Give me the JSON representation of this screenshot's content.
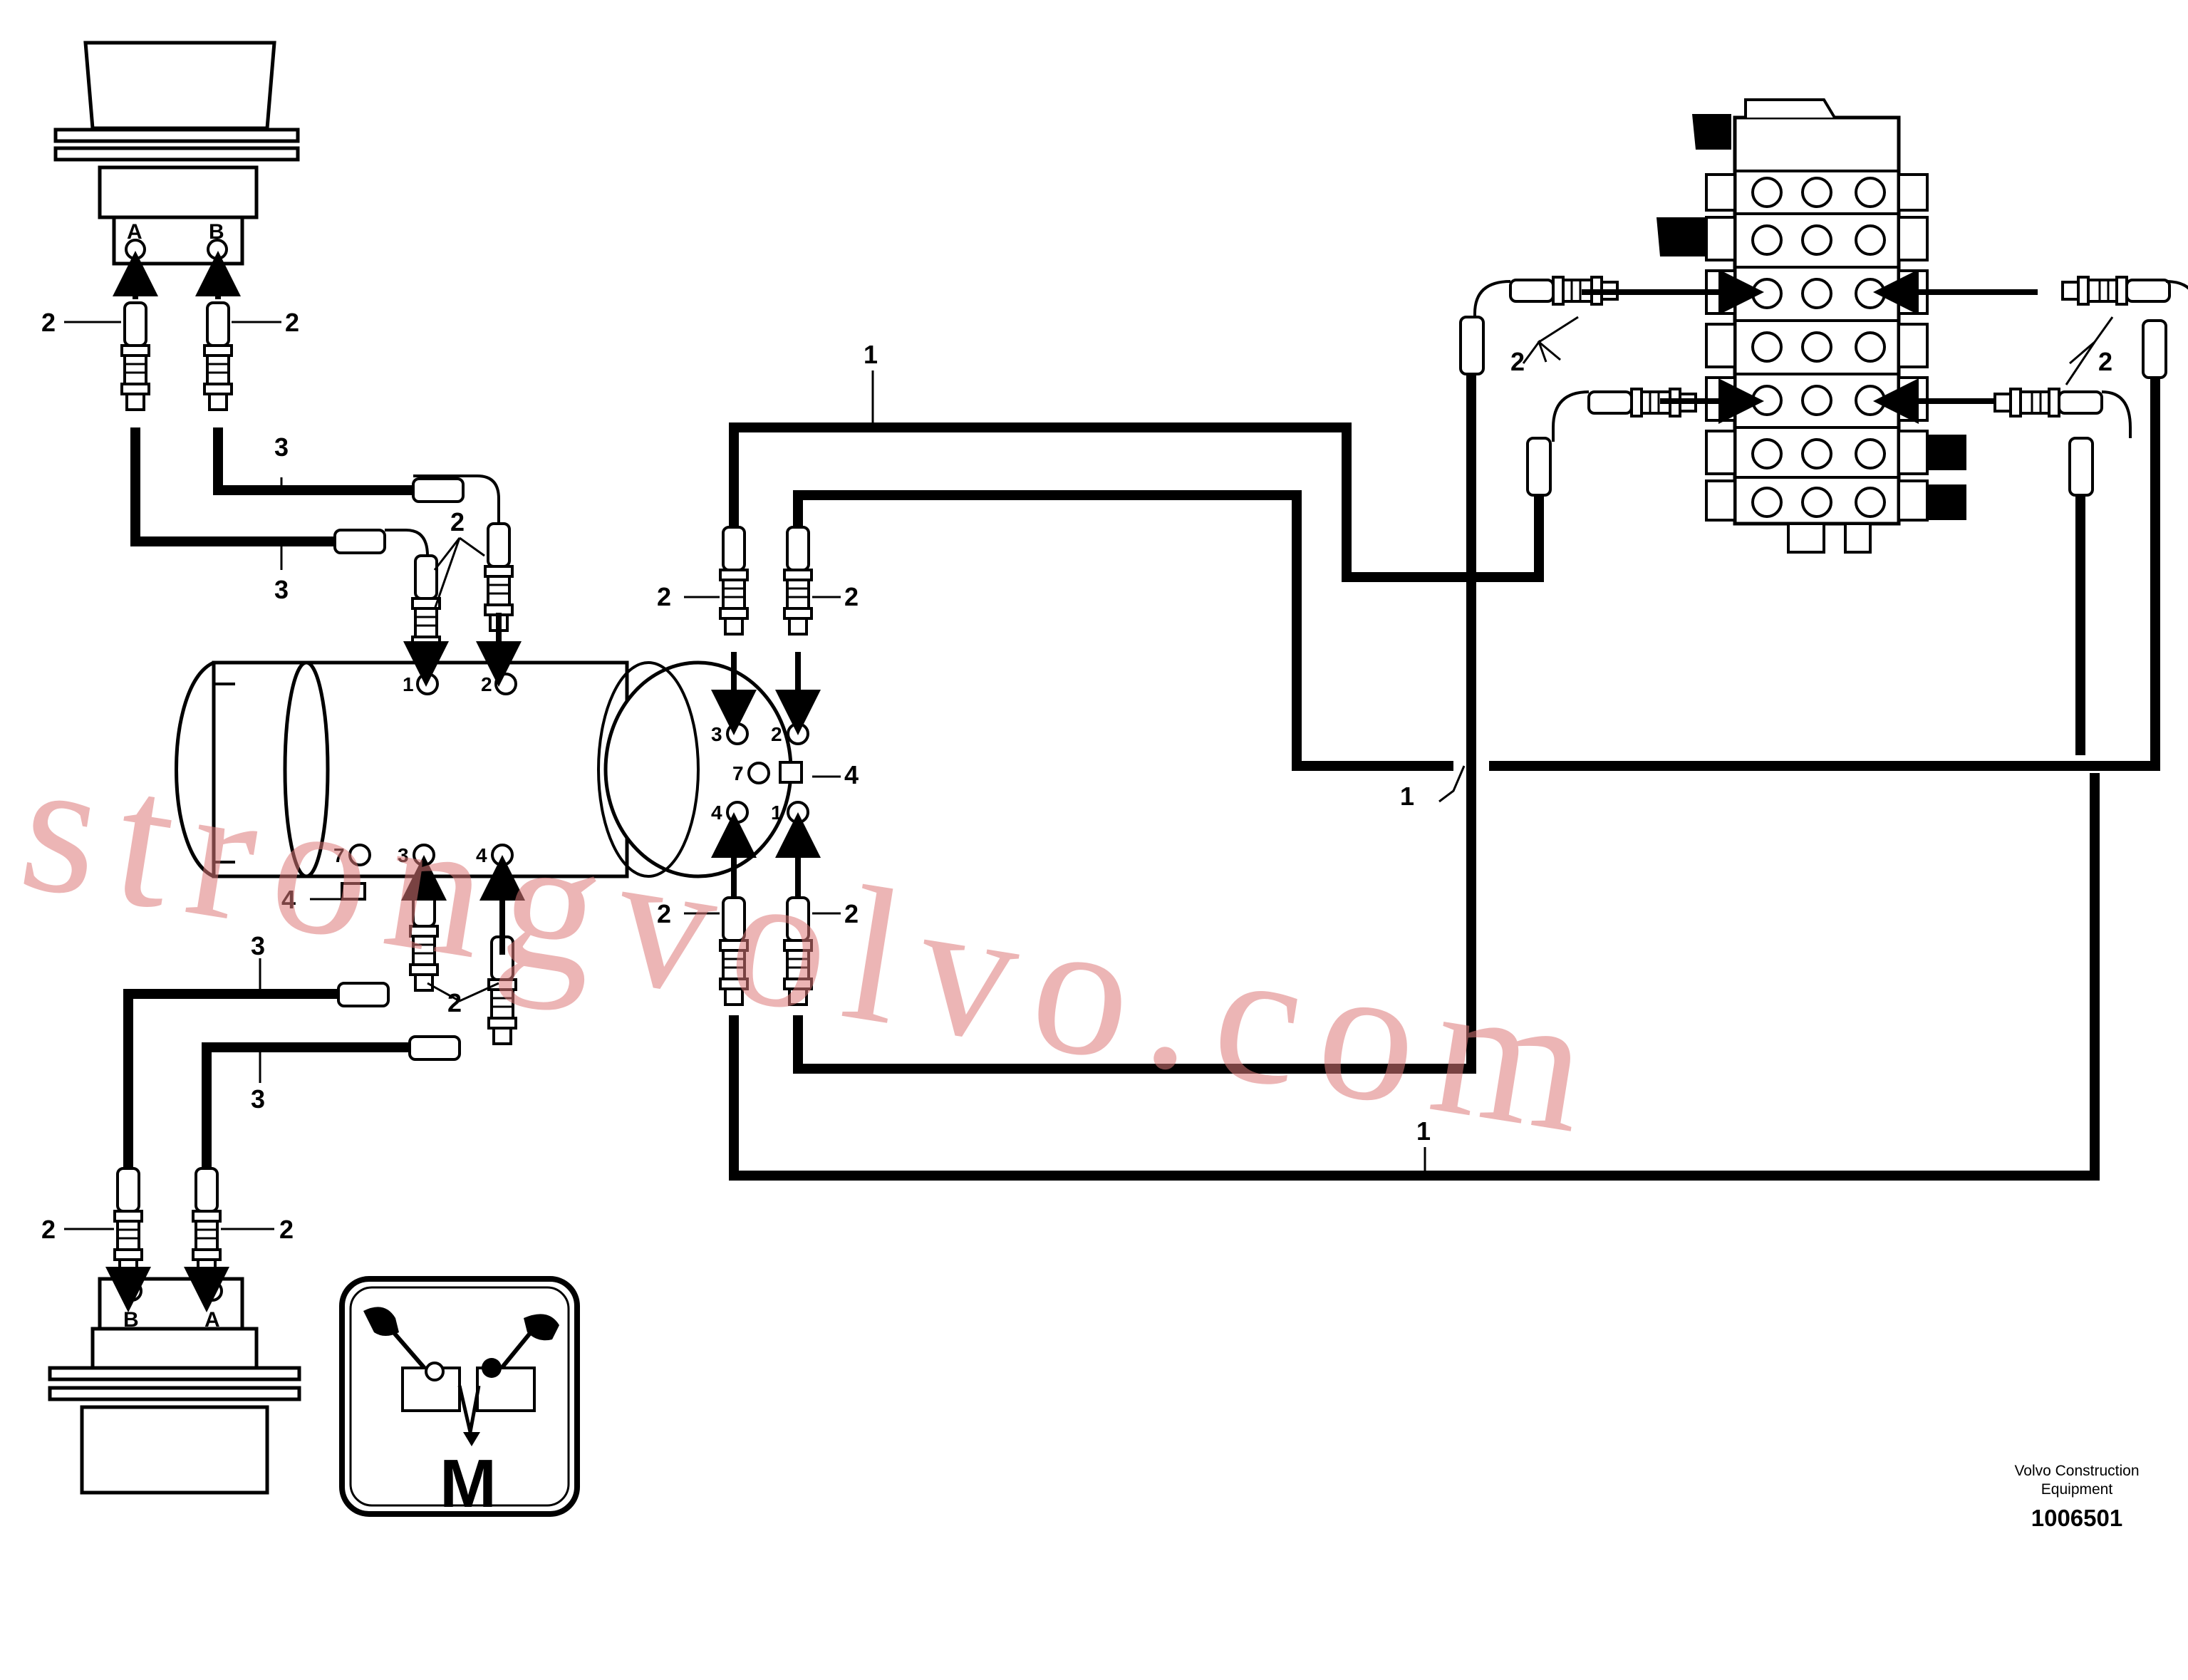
{
  "motor_top": {
    "port_a": "A",
    "port_b": "B"
  },
  "motor_bottom": {
    "port_a": "A",
    "port_b": "B"
  },
  "swivel_body": {
    "ports": [
      "1",
      "2",
      "3",
      "4",
      "7"
    ]
  },
  "swivel_face": {
    "ports": [
      "3",
      "2",
      "7",
      "4",
      "1"
    ]
  },
  "callouts": {
    "hose_pipe": "1",
    "fitting": "2",
    "hose": "3",
    "plug": "4"
  },
  "m_badge": "M",
  "credit_line1": "Volvo Construction",
  "credit_line2": "Equipment",
  "doc_number": "1006501",
  "watermark": "strongvolvo.com",
  "colors": {
    "line": "#000000",
    "watermark": "#e08c8c"
  }
}
